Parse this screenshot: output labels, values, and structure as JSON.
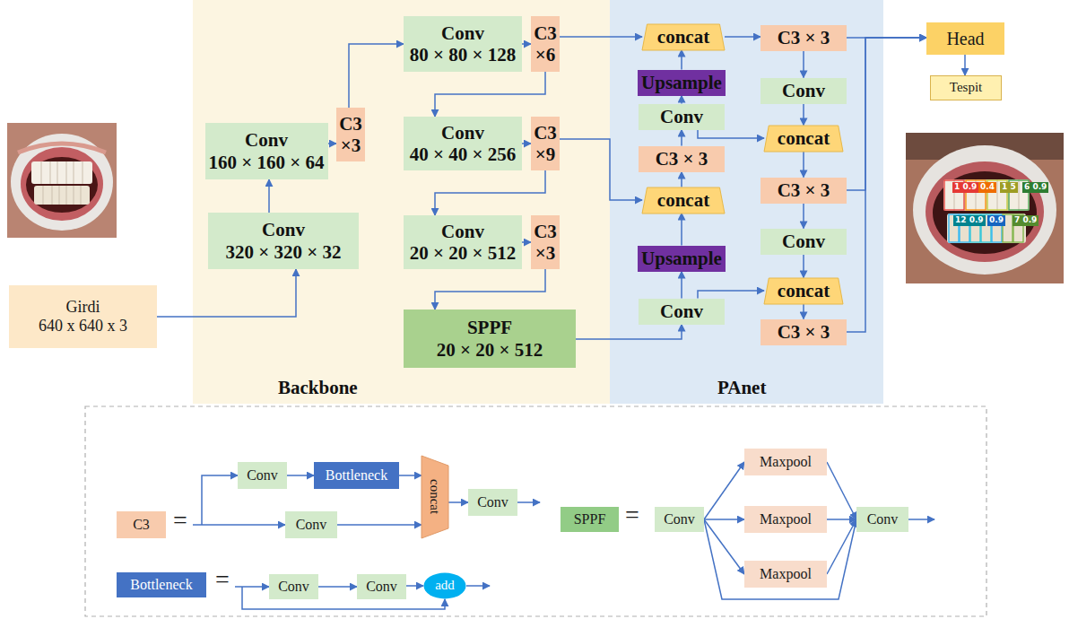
{
  "diagram": {
    "nodes": [
      {
        "text": [
          "Girdi",
          "640 x 640 x 3"
        ]
      },
      {
        "text": [
          "Backbone"
        ]
      },
      {
        "text": [
          "PAnet"
        ]
      },
      {
        "text": [
          "Conv",
          "320 × 320 × 32"
        ],
        "in": 1
      },
      {
        "text": [
          "Conv",
          "160 × 160 × 64"
        ],
        "in": 1
      },
      {
        "text": [
          "C3 ×3"
        ],
        "in": 1
      },
      {
        "text": [
          "Conv",
          "80 × 80 × 128"
        ],
        "in": 1
      },
      {
        "text": [
          "C3 ×6"
        ],
        "in": 1
      },
      {
        "text": [
          "Conv",
          "40 × 40 × 256"
        ],
        "in": 1
      },
      {
        "text": [
          "C3 ×9"
        ],
        "in": 1
      },
      {
        "text": [
          "Conv",
          "20 × 20 × 512"
        ],
        "in": 1
      },
      {
        "text": [
          "C3 ×3"
        ],
        "in": 1
      },
      {
        "text": [
          "SPPF",
          "20 × 20 × 512"
        ],
        "in": 1
      },
      {
        "text": [
          "concat"
        ],
        "in": 2
      },
      {
        "text": [
          "Upsample"
        ],
        "in": 2
      },
      {
        "text": [
          "Conv"
        ],
        "in": 2
      },
      {
        "text": [
          "C3 × 3"
        ],
        "in": 2
      },
      {
        "text": [
          "concat"
        ],
        "in": 2
      },
      {
        "text": [
          "Upsample"
        ],
        "in": 2
      },
      {
        "text": [
          "Conv"
        ],
        "in": 2
      },
      {
        "text": [
          "C3 × 3"
        ],
        "in": 2
      },
      {
        "text": [
          "Conv"
        ],
        "in": 2
      },
      {
        "text": [
          "concat"
        ],
        "in": 2
      },
      {
        "text": [
          "C3 × 3"
        ],
        "in": 2
      },
      {
        "text": [
          "Conv"
        ],
        "in": 2
      },
      {
        "text": [
          "concat"
        ],
        "in": 2
      },
      {
        "text": [
          "C3 × 3"
        ],
        "in": 2
      },
      {
        "text": [
          "Head"
        ]
      },
      {
        "text": [
          "Tespit"
        ]
      },
      {
        "text": [
          "C3"
        ]
      },
      {
        "text": [
          "Conv"
        ]
      },
      {
        "text": [
          "Bottleneck"
        ]
      },
      {
        "text": [
          "concat"
        ]
      },
      {
        "text": [
          "Conv"
        ]
      },
      {
        "text": [
          "Conv"
        ]
      },
      {
        "text": [
          "Bottleneck"
        ]
      },
      {
        "text": [
          "Conv"
        ]
      },
      {
        "text": [
          "Conv"
        ]
      },
      {
        "text": [
          "add"
        ]
      },
      {
        "text": [
          "SPPF"
        ]
      },
      {
        "text": [
          "Conv"
        ]
      },
      {
        "text": [
          "Maxpool"
        ]
      },
      {
        "text": [
          "Maxpool"
        ]
      },
      {
        "text": [
          "Maxpool"
        ]
      },
      {
        "text": [
          "Conv"
        ]
      }
    ],
    "edges": [
      {
        "from": 0,
        "to": 3,
        "arrow": "to"
      },
      {
        "from": 3,
        "to": 4,
        "arrow": "to"
      },
      {
        "from": 4,
        "to": 5,
        "arrow": "to"
      },
      {
        "from": 5,
        "to": 6,
        "arrow": "to"
      },
      {
        "from": 6,
        "to": 7,
        "arrow": "to"
      },
      {
        "from": 7,
        "to": 8,
        "arrow": "to"
      },
      {
        "from": 8,
        "to": 9,
        "arrow": "to"
      },
      {
        "from": 9,
        "to": 10,
        "arrow": "to"
      },
      {
        "from": 10,
        "to": 11,
        "arrow": "to"
      },
      {
        "from": 11,
        "to": 12,
        "arrow": "to"
      },
      {
        "from": 7,
        "to": 13,
        "arrow": "to"
      },
      {
        "from": 9,
        "to": 17,
        "arrow": "to"
      },
      {
        "from": 12,
        "to": 19,
        "arrow": "to"
      },
      {
        "from": 19,
        "to": 18,
        "arrow": "to"
      },
      {
        "from": 18,
        "to": 17,
        "arrow": "to"
      },
      {
        "from": 17,
        "to": 16,
        "arrow": "to"
      },
      {
        "from": 16,
        "to": 15,
        "arrow": "to"
      },
      {
        "from": 15,
        "to": 14,
        "arrow": "to"
      },
      {
        "from": 14,
        "to": 13,
        "arrow": "to"
      },
      {
        "from": 15,
        "to": 22,
        "arrow": "to"
      },
      {
        "from": 13,
        "to": 20,
        "arrow": "to"
      },
      {
        "from": 20,
        "to": 21,
        "arrow": "to"
      },
      {
        "from": 21,
        "to": 22,
        "arrow": "to"
      },
      {
        "from": 22,
        "to": 23,
        "arrow": "to"
      },
      {
        "from": 23,
        "to": 24,
        "arrow": "to"
      },
      {
        "from": 24,
        "to": 25,
        "arrow": "to"
      },
      {
        "from": 19,
        "to": 25,
        "arrow": "to"
      },
      {
        "from": 25,
        "to": 26,
        "arrow": "to"
      },
      {
        "from": 20,
        "to": 27,
        "arrow": "to"
      },
      {
        "from": 23,
        "to": 27,
        "arrow": "to"
      },
      {
        "from": 26,
        "to": 27,
        "arrow": "to"
      },
      {
        "from": 27,
        "to": 28,
        "arrow": "to"
      },
      {
        "from": 30,
        "to": 31,
        "arrow": "to"
      },
      {
        "from": 31,
        "to": 32,
        "arrow": "to"
      },
      {
        "from": 34,
        "to": 32,
        "arrow": "to"
      },
      {
        "from": 32,
        "to": 33,
        "arrow": "to"
      },
      {
        "from": 36,
        "to": 37,
        "arrow": "to"
      },
      {
        "from": 37,
        "to": 38,
        "arrow": "to"
      },
      {
        "from": 40,
        "to": 41,
        "arrow": "to"
      },
      {
        "from": 40,
        "to": 42,
        "arrow": "to"
      },
      {
        "from": 40,
        "to": 43,
        "arrow": "to"
      },
      {
        "from": 40,
        "to": 44,
        "arrow": "to"
      },
      {
        "from": 41,
        "to": 44,
        "arrow": "to"
      },
      {
        "from": 42,
        "to": 44,
        "arrow": "to"
      },
      {
        "from": 43,
        "to": 44,
        "arrow": "to"
      }
    ],
    "labels": [
      "=",
      "=",
      "=",
      "1 0.9",
      "0.4",
      "1 5",
      "6 0.9",
      "12 0.9",
      "0.9",
      "7 0.9"
    ]
  }
}
